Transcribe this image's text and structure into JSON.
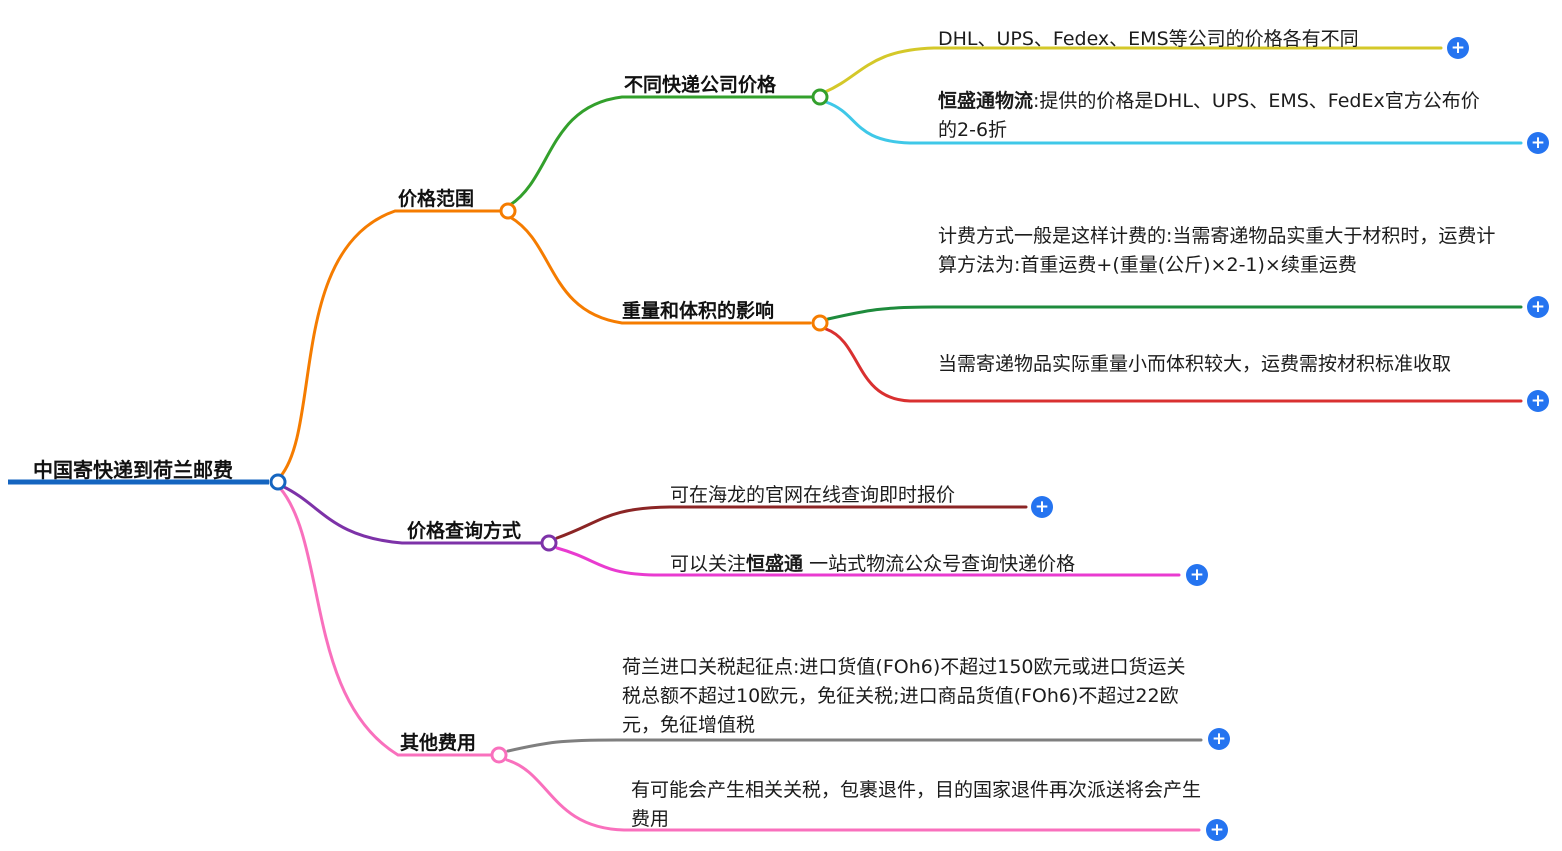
{
  "icons": {
    "plus": "+"
  },
  "colors": {
    "root_blue": "#1565c0",
    "orange": "#f57c00",
    "green": "#33a02c",
    "green_dark": "#1e8b3c",
    "yellow": "#d4c829",
    "cyan": "#3fc8e8",
    "red": "#d93030",
    "purple": "#7d32a8",
    "dark_red": "#8b2525",
    "magenta": "#e93bd0",
    "pink": "#f970bd",
    "gray": "#7f7f7f",
    "plus_blue": "#2574f0"
  },
  "map": {
    "root": "中国寄快递到荷兰邮费",
    "price_range": {
      "label": "价格范围",
      "companies": {
        "label": "不同快递公司价格",
        "dhl": "DHL、UPS、Fedex、EMS等公司的价格各有不同",
        "hst_bold": "恒盛通物流",
        "hst_rest": ":提供的价格是DHL、UPS、EMS、FedEx官方公布价的2-6折"
      },
      "weight_volume": {
        "label": "重量和体积的影响",
        "billing": "计费方式一般是这样计费的:当需寄递物品实重大于材积时，运费计算方法为:首重运费+(重量(公斤)×2-1)×续重运费",
        "volumetric": "当需寄递物品实际重量小而体积较大，运费需按材积标准收取"
      }
    },
    "inquiry": {
      "label": "价格查询方式",
      "hailong": "可在海龙的官网在线查询即时报价",
      "wechat_pre": "可以关注",
      "wechat_bold": "恒盛通",
      "wechat_rest": " 一站式物流公众号查询快递价格"
    },
    "other_fees": {
      "label": "其他费用",
      "tariff": "荷兰进口关税起征点:进口货值(FOh6)不超过150欧元或进口货运关税总额不超过10欧元，免征关税;进口商品货值(FOh6)不超过22欧元，免征增值税",
      "returns": "有可能会产生相关关税，包裹退件，目的国家退件再次派送将会产生费用"
    }
  }
}
